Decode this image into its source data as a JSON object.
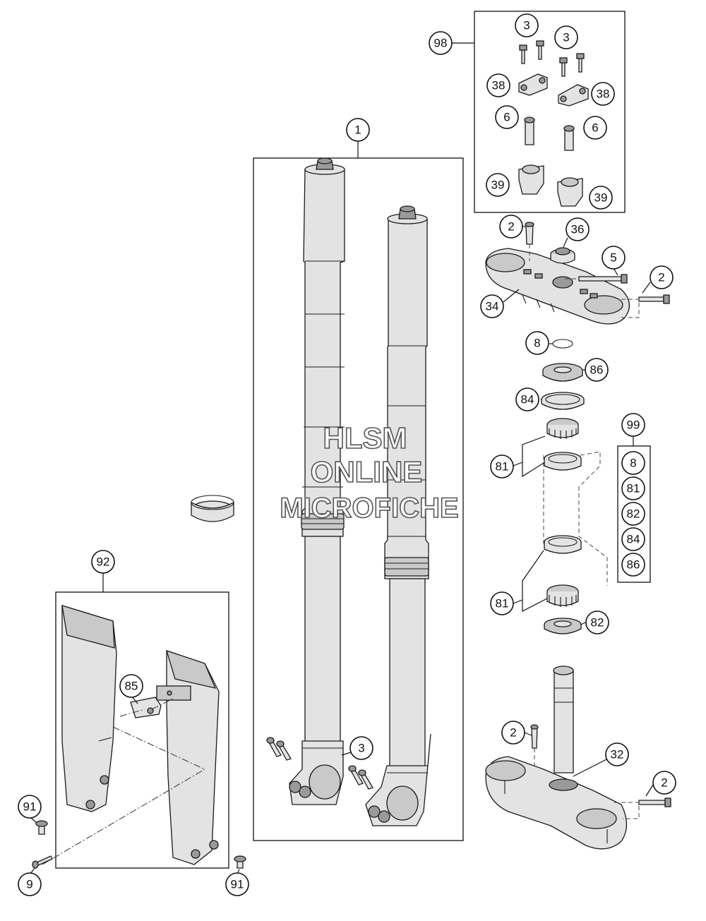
{
  "watermark": {
    "line1": "HLSM",
    "line2": "ONLINE",
    "line3": "MICROFICHE"
  },
  "callouts": {
    "c1": "1",
    "c2a": "2",
    "c2b": "2",
    "c2c": "2",
    "c2d": "2",
    "c3a": "3",
    "c3b": "3",
    "c3c": "3",
    "c5": "5",
    "c6a": "6",
    "c6b": "6",
    "c8": "8",
    "c9": "9",
    "c32": "32",
    "c34": "34",
    "c36": "36",
    "c38a": "38",
    "c38b": "38",
    "c39a": "39",
    "c39b": "39",
    "c81a": "81",
    "c81b": "81",
    "c82": "82",
    "c84": "84",
    "c85": "85",
    "c86": "86",
    "c91a": "91",
    "c91b": "91",
    "c92": "92",
    "c98": "98",
    "c99": "99"
  },
  "kit_99_contents": [
    "8",
    "81",
    "82",
    "84",
    "86"
  ]
}
